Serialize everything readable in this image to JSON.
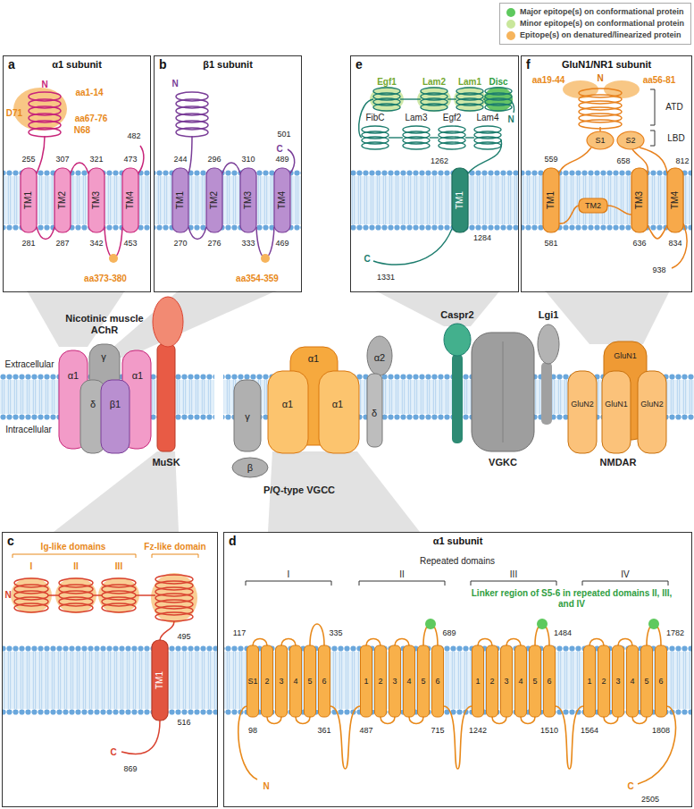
{
  "diagram": {
    "nodes": [
      {
        "text": [
          "a",
          "α1 subunit"
        ]
      },
      {
        "text": [
          "b",
          "β1 subunit"
        ]
      },
      {
        "text": [
          "e"
        ]
      },
      {
        "text": [
          "f",
          "GluN1/NR1 subunit"
        ]
      },
      {
        "text": [
          "c"
        ]
      },
      {
        "text": [
          "d",
          "α1 subunit"
        ]
      }
    ],
    "labels": [
      "N",
      "aa1-14",
      "D71",
      "aa67-76",
      "N68",
      "482",
      "255",
      "307",
      "321",
      "473",
      "TM1",
      "TM2",
      "TM3",
      "TM4",
      "281",
      "287",
      "342",
      "453",
      "aa373-380",
      "N",
      "C",
      "501",
      "244",
      "296",
      "310",
      "489",
      "TM1",
      "TM2",
      "TM3",
      "TM4",
      "270",
      "276",
      "333",
      "469",
      "aa354-359",
      "Egf1",
      "Lam2",
      "Lam1",
      "Disc",
      "N",
      "FibC",
      "Lam3",
      "Egf2",
      "Lam4",
      "1262",
      "TM1",
      "1284",
      "C",
      "1331",
      "aa19-44",
      "N",
      "aa56-81",
      "ATD",
      "S1",
      "S2",
      "LBD",
      "559",
      "658",
      "812",
      "TM1",
      "TM2",
      "TM3",
      "TM4",
      "581",
      "636",
      "834",
      "938",
      "Nicotinic muscle AChR",
      "γ",
      "α1",
      "δ",
      "β1",
      "α1",
      "MuSK",
      "Extracellular",
      "Intracellular",
      "γ",
      "α1",
      "α1",
      "α1",
      "α2",
      "δ",
      "β",
      "P/Q-type VGCC",
      "Caspr2",
      "Lgi1",
      "VGKC",
      "GluN1",
      "GluN2",
      "GluN1",
      "GluN2",
      "NMDAR",
      "Ig-like domains",
      "Fz-like domain",
      "I",
      "II",
      "III",
      "N",
      "495",
      "TM1",
      "516",
      "C",
      "869",
      "Repeated domains",
      "I",
      "II",
      "III",
      "IV",
      "Linker region of S5-6 in repeated domains II, III, and IV",
      "117",
      "335",
      "689",
      "1484",
      "1782",
      "98",
      "361",
      "487",
      "715",
      "1242",
      "1510",
      "1564",
      "1808",
      "S1",
      "2",
      "3",
      "4",
      "5",
      "6",
      "1",
      "2",
      "3",
      "4",
      "5",
      "6",
      "1",
      "2",
      "3",
      "4",
      "5",
      "6",
      "1",
      "2",
      "3",
      "4",
      "5",
      "6",
      "N",
      "C",
      "2505"
    ],
    "legend": [
      {
        "text": "Major epitope(s) on conformational protein",
        "color": "#5ec95e"
      },
      {
        "text": "Minor epitope(s) on conformational protein",
        "color": "#c9e79b"
      },
      {
        "text": "Epitope(s) on denatured/linearized protein",
        "color": "#f6b45c"
      }
    ]
  }
}
